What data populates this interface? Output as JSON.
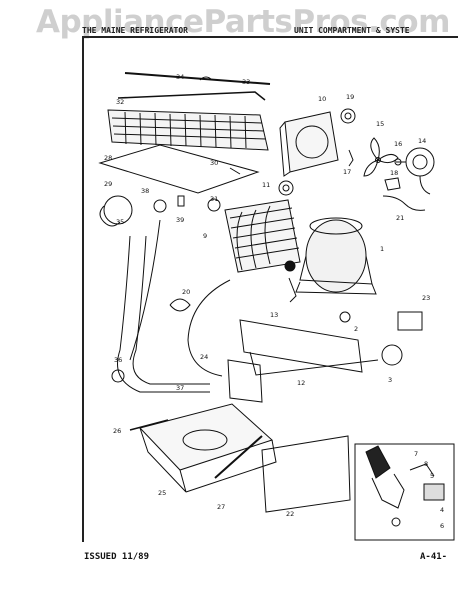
{
  "watermark": "AppliancePartsPros.com",
  "header": {
    "left": "THE MAINE REFRIGERATOR",
    "middle": "UNIT COMPARTMENT & SYSTEM",
    "right": "UNIT COMPARTMENT & SYSTE"
  },
  "footer": {
    "issued": "ISSUED 11/89",
    "page": "A-41-"
  },
  "callouts": [
    "34",
    "33",
    "32",
    "28",
    "10",
    "19",
    "15",
    "16",
    "14",
    "30",
    "29",
    "38",
    "39",
    "11",
    "31",
    "35",
    "9",
    "17",
    "18",
    "21",
    "1",
    "20",
    "13",
    "23",
    "2",
    "36",
    "24",
    "37",
    "12",
    "3",
    "26",
    "25",
    "27",
    "22",
    "7",
    "8",
    "5",
    "4",
    "6"
  ]
}
